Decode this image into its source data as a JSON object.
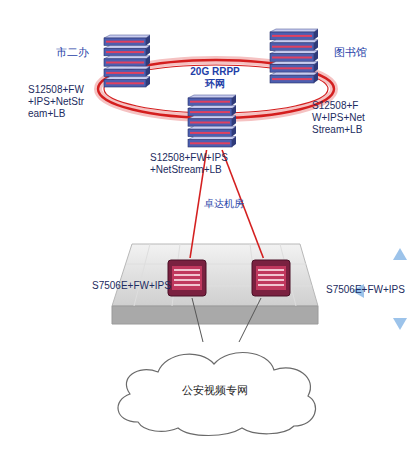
{
  "diagram": {
    "nodes": [
      {
        "text": [
          "市二办",
          "S12508+FW +IPS+NetStr eam+LB"
        ]
      },
      {
        "text": [
          "图书馆",
          "S12508+F W+IPS+Net Stream+LB"
        ]
      },
      {
        "text": [
          "20G RRPP 环网"
        ]
      },
      {
        "text": [
          "S12508+FW+IPS +NetStream+LB"
        ]
      },
      {
        "text": [
          "S7506E+FW+IPS"
        ]
      },
      {
        "text": [
          "S7506E+FW+IPS"
        ]
      },
      {
        "text": [
          "公安视频专网"
        ]
      }
    ],
    "edges": [
      {
        "from": 3,
        "to": 4,
        "arrow": "none"
      },
      {
        "from": 3,
        "to": 5,
        "arrow": "none"
      },
      {
        "from": 4,
        "to": 6,
        "arrow": "none"
      },
      {
        "from": 5,
        "to": 6,
        "arrow": "none"
      }
    ],
    "labels": [
      "卓达机房"
    ]
  }
}
